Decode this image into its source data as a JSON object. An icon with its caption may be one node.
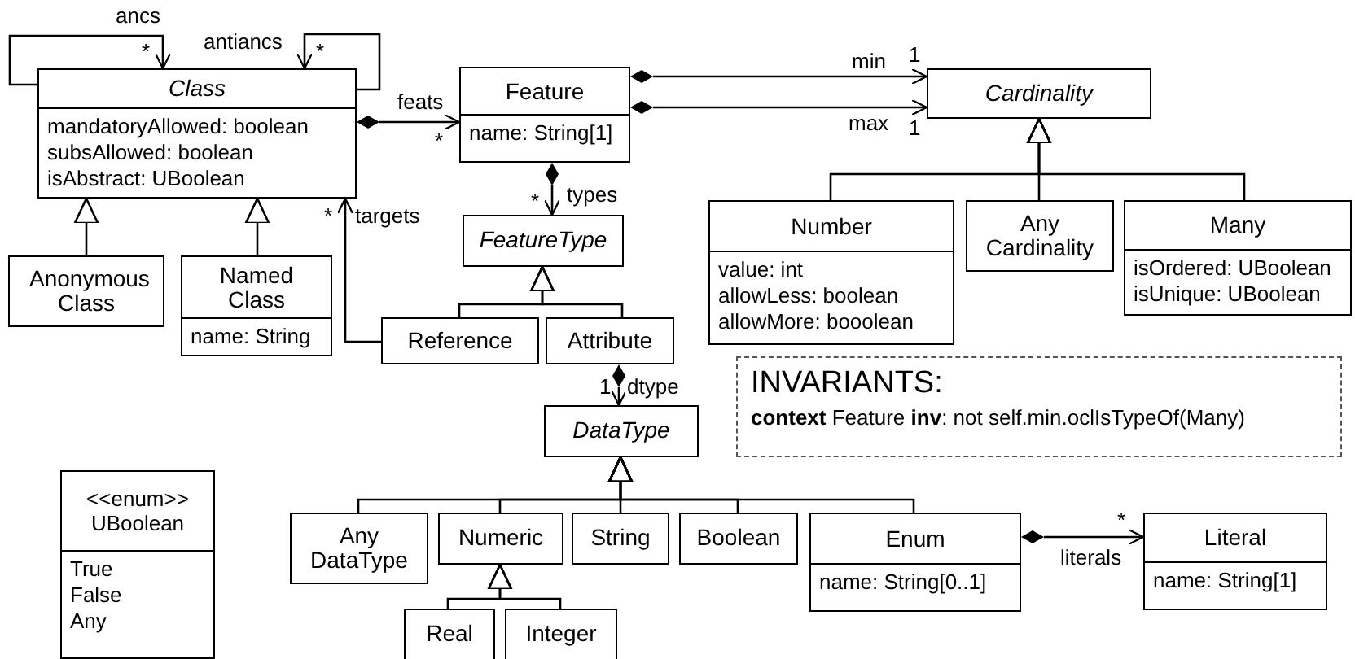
{
  "diagram": {
    "nodes": [
      {
        "text": [
          "Class",
          "mandatoryAllowed: boolean",
          "subsAllowed: boolean",
          "isAbstract: UBoolean"
        ]
      },
      {
        "text": [
          "Feature",
          "name: String[1]"
        ]
      },
      {
        "text": [
          "Cardinality"
        ]
      },
      {
        "text": [
          "Anonymous Class"
        ]
      },
      {
        "text": [
          "Named Class",
          "name: String"
        ]
      },
      {
        "text": [
          "FeatureType"
        ]
      },
      {
        "text": [
          "Number",
          "value: int",
          "allowLess: boolean",
          "allowMore: booolean"
        ]
      },
      {
        "text": [
          "Any Cardinality"
        ]
      },
      {
        "text": [
          "Many",
          "isOrdered: UBoolean",
          "isUnique: UBoolean"
        ]
      },
      {
        "text": [
          "Reference"
        ]
      },
      {
        "text": [
          "Attribute"
        ]
      },
      {
        "text": [
          "DataType"
        ]
      },
      {
        "text": [
          "INVARIANTS:",
          "**context** Feature **inv**: not self.min.oclIsTypeOf(Many)"
        ]
      },
      {
        "text": [
          "<<enum>>",
          "UBoolean",
          "True",
          "False",
          "Any"
        ]
      },
      {
        "text": [
          "Any DataType"
        ]
      },
      {
        "text": [
          "Numeric"
        ]
      },
      {
        "text": [
          "String"
        ]
      },
      {
        "text": [
          "Boolean"
        ]
      },
      {
        "text": [
          "Enum",
          "name: String[0..1]"
        ]
      },
      {
        "text": [
          "Literal",
          "name: String[1]"
        ]
      },
      {
        "text": [
          "Real"
        ]
      },
      {
        "text": [
          "Integer"
        ]
      }
    ],
    "edges": [
      {
        "from": 0,
        "to": 0,
        "arrow": "to",
        "label": "ancs"
      },
      {
        "from": 0,
        "to": 0,
        "arrow": "to",
        "label": "antiancs"
      },
      {
        "from": 0,
        "to": 1,
        "arrow": "to",
        "label": "feats"
      },
      {
        "from": 1,
        "to": 2,
        "arrow": "to",
        "label": "min"
      },
      {
        "from": 1,
        "to": 2,
        "arrow": "to",
        "label": "max"
      },
      {
        "from": 1,
        "to": 5,
        "arrow": "to",
        "label": "types"
      },
      {
        "from": 9,
        "to": 0,
        "arrow": "to",
        "label": "targets"
      },
      {
        "from": 10,
        "to": 11,
        "arrow": "to",
        "label": "dtype"
      },
      {
        "from": 18,
        "to": 19,
        "arrow": "to",
        "label": "literals"
      },
      {
        "from": 3,
        "to": 0,
        "arrow": "to"
      },
      {
        "from": 4,
        "to": 0,
        "arrow": "to"
      },
      {
        "from": 6,
        "to": 2,
        "arrow": "to"
      },
      {
        "from": 7,
        "to": 2,
        "arrow": "to"
      },
      {
        "from": 8,
        "to": 2,
        "arrow": "to"
      },
      {
        "from": 9,
        "to": 5,
        "arrow": "to"
      },
      {
        "from": 10,
        "to": 5,
        "arrow": "to"
      },
      {
        "from": 14,
        "to": 11,
        "arrow": "to"
      },
      {
        "from": 15,
        "to": 11,
        "arrow": "to"
      },
      {
        "from": 16,
        "to": 11,
        "arrow": "to"
      },
      {
        "from": 17,
        "to": 11,
        "arrow": "to"
      },
      {
        "from": 18,
        "to": 11,
        "arrow": "to"
      },
      {
        "from": 20,
        "to": 15,
        "arrow": "to"
      },
      {
        "from": 21,
        "to": 15,
        "arrow": "to"
      }
    ],
    "labels": [
      "*",
      "*",
      "*",
      "1",
      "1",
      "*",
      "*",
      "1",
      "*"
    ]
  }
}
